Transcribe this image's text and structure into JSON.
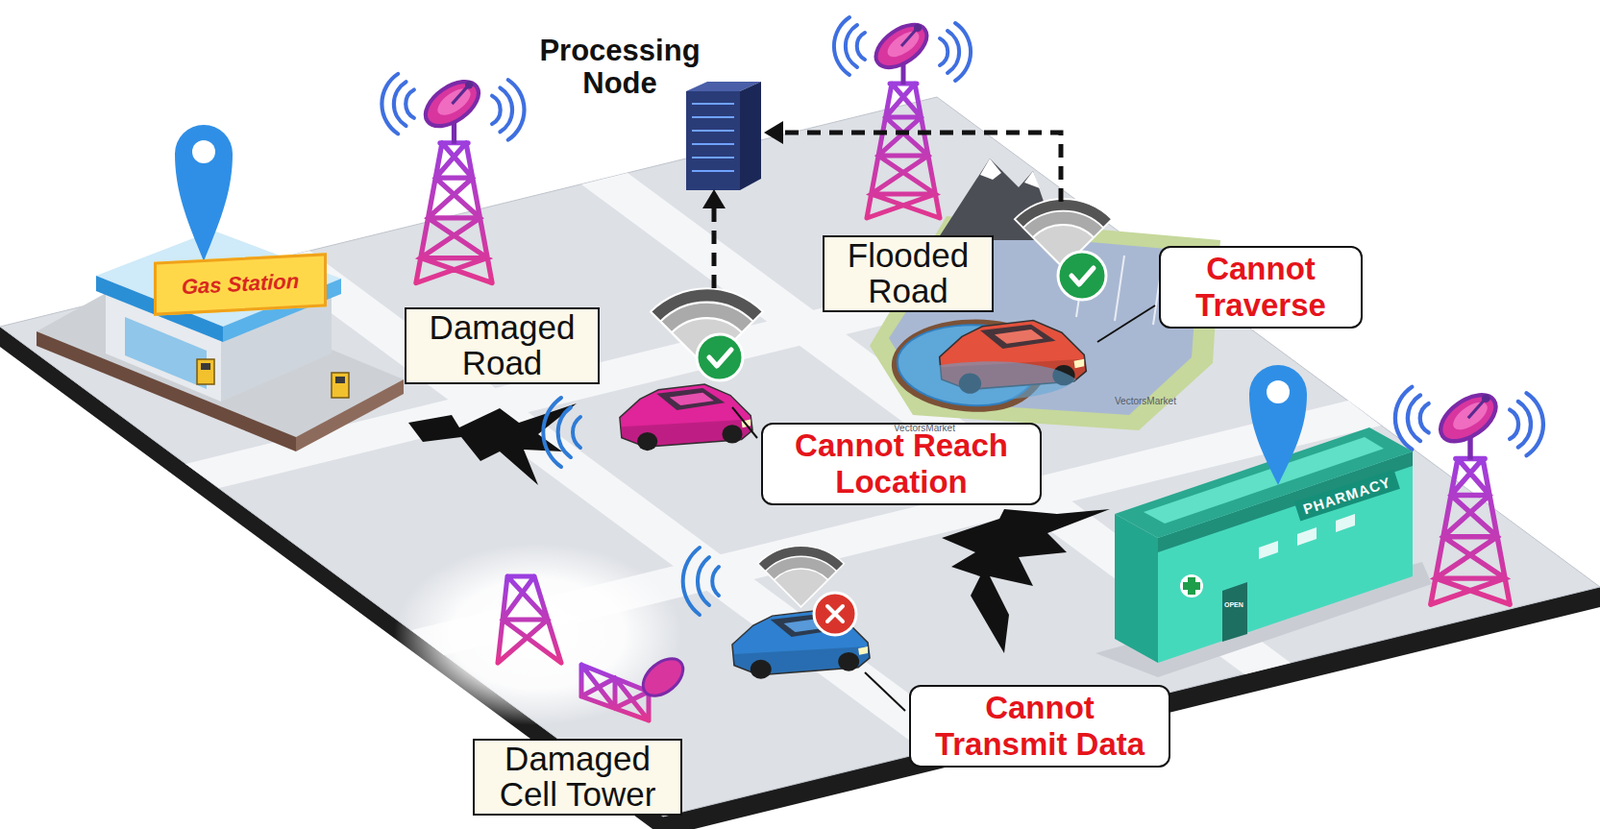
{
  "diagram": {
    "nodes": [
      {
        "text": [
          "Processing Node"
        ]
      },
      {
        "text": [
          "Gas Station"
        ]
      },
      {
        "text": [
          "Damaged Road"
        ]
      },
      {
        "text": [
          "Flooded Road"
        ]
      },
      {
        "text": [
          "Cannot Traverse"
        ]
      },
      {
        "text": [
          "Cannot Reach Location"
        ]
      },
      {
        "text": [
          "PHARMACY"
        ]
      },
      {
        "text": [
          "Cannot Transmit Data"
        ]
      },
      {
        "text": [
          "Damaged Cell Tower"
        ]
      }
    ],
    "labels": [
      "OPEN",
      "VectorsMarket",
      "VectorsMarket"
    ]
  }
}
